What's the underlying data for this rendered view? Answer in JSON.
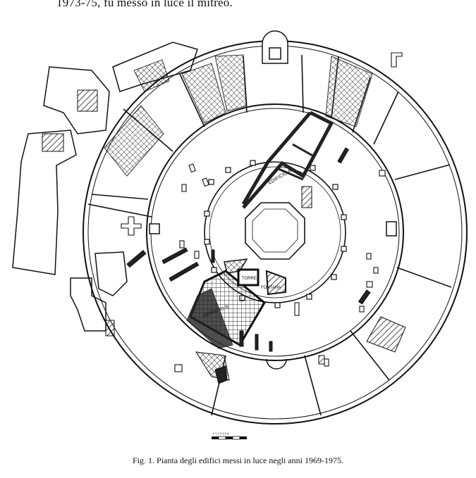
{
  "page": {
    "top_text": "1973-75, fu messo in luce il mitreo.",
    "caption": "Fig. 1. Pianta degli edifici messi in luce negli anni 1969-1975."
  },
  "figure": {
    "labels": {
      "edificio_a": "EDIFICIO A",
      "edificio_b": "EDIFICIO B",
      "torre": "TORRE",
      "fontana": "FONTANA"
    },
    "scale_bar_label": "0 1 2 3 4 5 m"
  }
}
